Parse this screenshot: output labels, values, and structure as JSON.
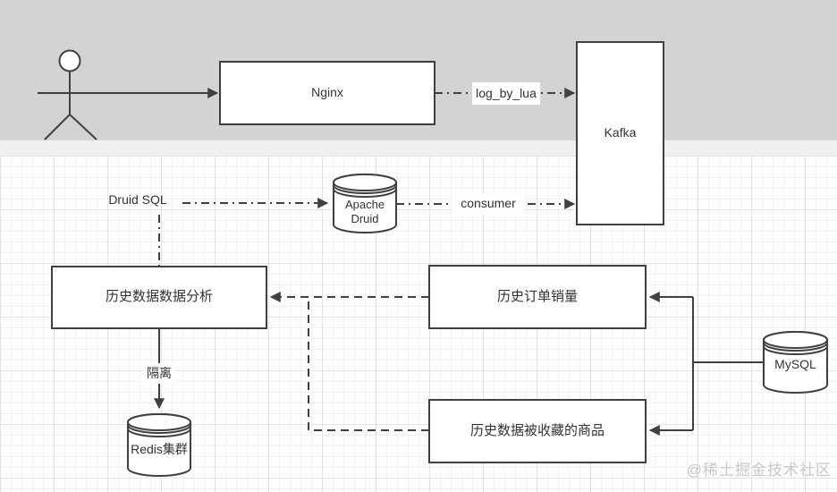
{
  "diagram": {
    "nodes": {
      "nginx": {
        "label": "Nginx"
      },
      "kafka": {
        "label": "Kafka"
      },
      "apache_druid": {
        "line1": "Apache",
        "line2": "Druid"
      },
      "hist_analysis": {
        "label": "历史数据数据分析"
      },
      "hist_orders": {
        "label": "历史订单销量"
      },
      "hist_favorites": {
        "label": "历史数据被收藏的商品"
      },
      "mysql": {
        "label": "MySQL"
      },
      "redis": {
        "label": "Redis集群"
      }
    },
    "edge_labels": {
      "log_by_lua": "log_by_lua",
      "druid_sql": "Druid SQL",
      "consumer": "consumer",
      "isolation": "隔离"
    },
    "watermark": "@稀土掘金技术社区",
    "colors": {
      "stroke": "#404040",
      "top_band": "#d3d3d3",
      "divider_band": "#f1f0ee",
      "grid_background": "#fdfdfd",
      "node_fill": "#ffffff",
      "watermark_text": "#c9c9c9"
    }
  }
}
